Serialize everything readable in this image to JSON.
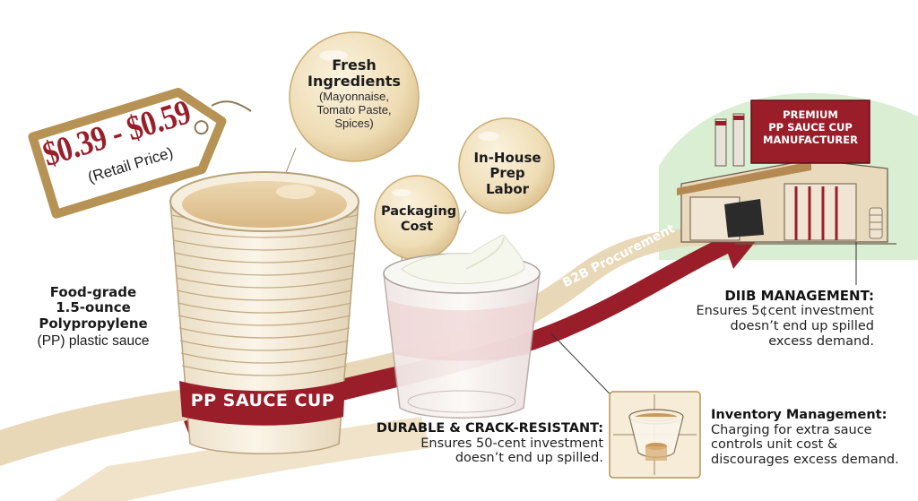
{
  "price_tag": {
    "price": "$0.39 - $0.59",
    "note": "(Retail Price)"
  },
  "bubbles": {
    "fresh": {
      "title": "Fresh Ingredients",
      "detail_lines": [
        "(Mayonnaise,",
        "Tomato Paste,",
        "Spices)"
      ]
    },
    "labor": {
      "title": "In-House Prep Labor"
    },
    "packaging": {
      "title": "Packaging Cost"
    }
  },
  "material": {
    "title_lines": [
      "Food-grade",
      "1.5-ounce",
      "Polypropylene"
    ],
    "body": "(PP) plastic sauce"
  },
  "stack_band_label": "PP SAUCE CUP",
  "arrow_label": "B2B Procurement",
  "factory": {
    "sign_lines": [
      "PREMIUM",
      "PP SAUCE CUP",
      "MANUFACTURER"
    ]
  },
  "management": {
    "title": "DIIB MANAGEMENT:",
    "body_lines": [
      "Ensures 5¢cent investment",
      "doesn’t end up spilled",
      "excess demand."
    ]
  },
  "durable": {
    "title": "DURABLE & CRACK-RESISTANT:",
    "body_lines": [
      "Ensures 50-cent investment",
      "doesn’t end up spilled."
    ]
  },
  "inventory": {
    "title": "Inventory Management:",
    "body_lines": [
      "Charging for extra sauce",
      "controls unit cost &",
      "discourages excess demand."
    ]
  },
  "colors": {
    "maroon": "#9a1e2a",
    "gold": "#b69355",
    "tan": "#e6d3b0",
    "cream": "#f4ecd8",
    "green": "#d6ecd0"
  }
}
